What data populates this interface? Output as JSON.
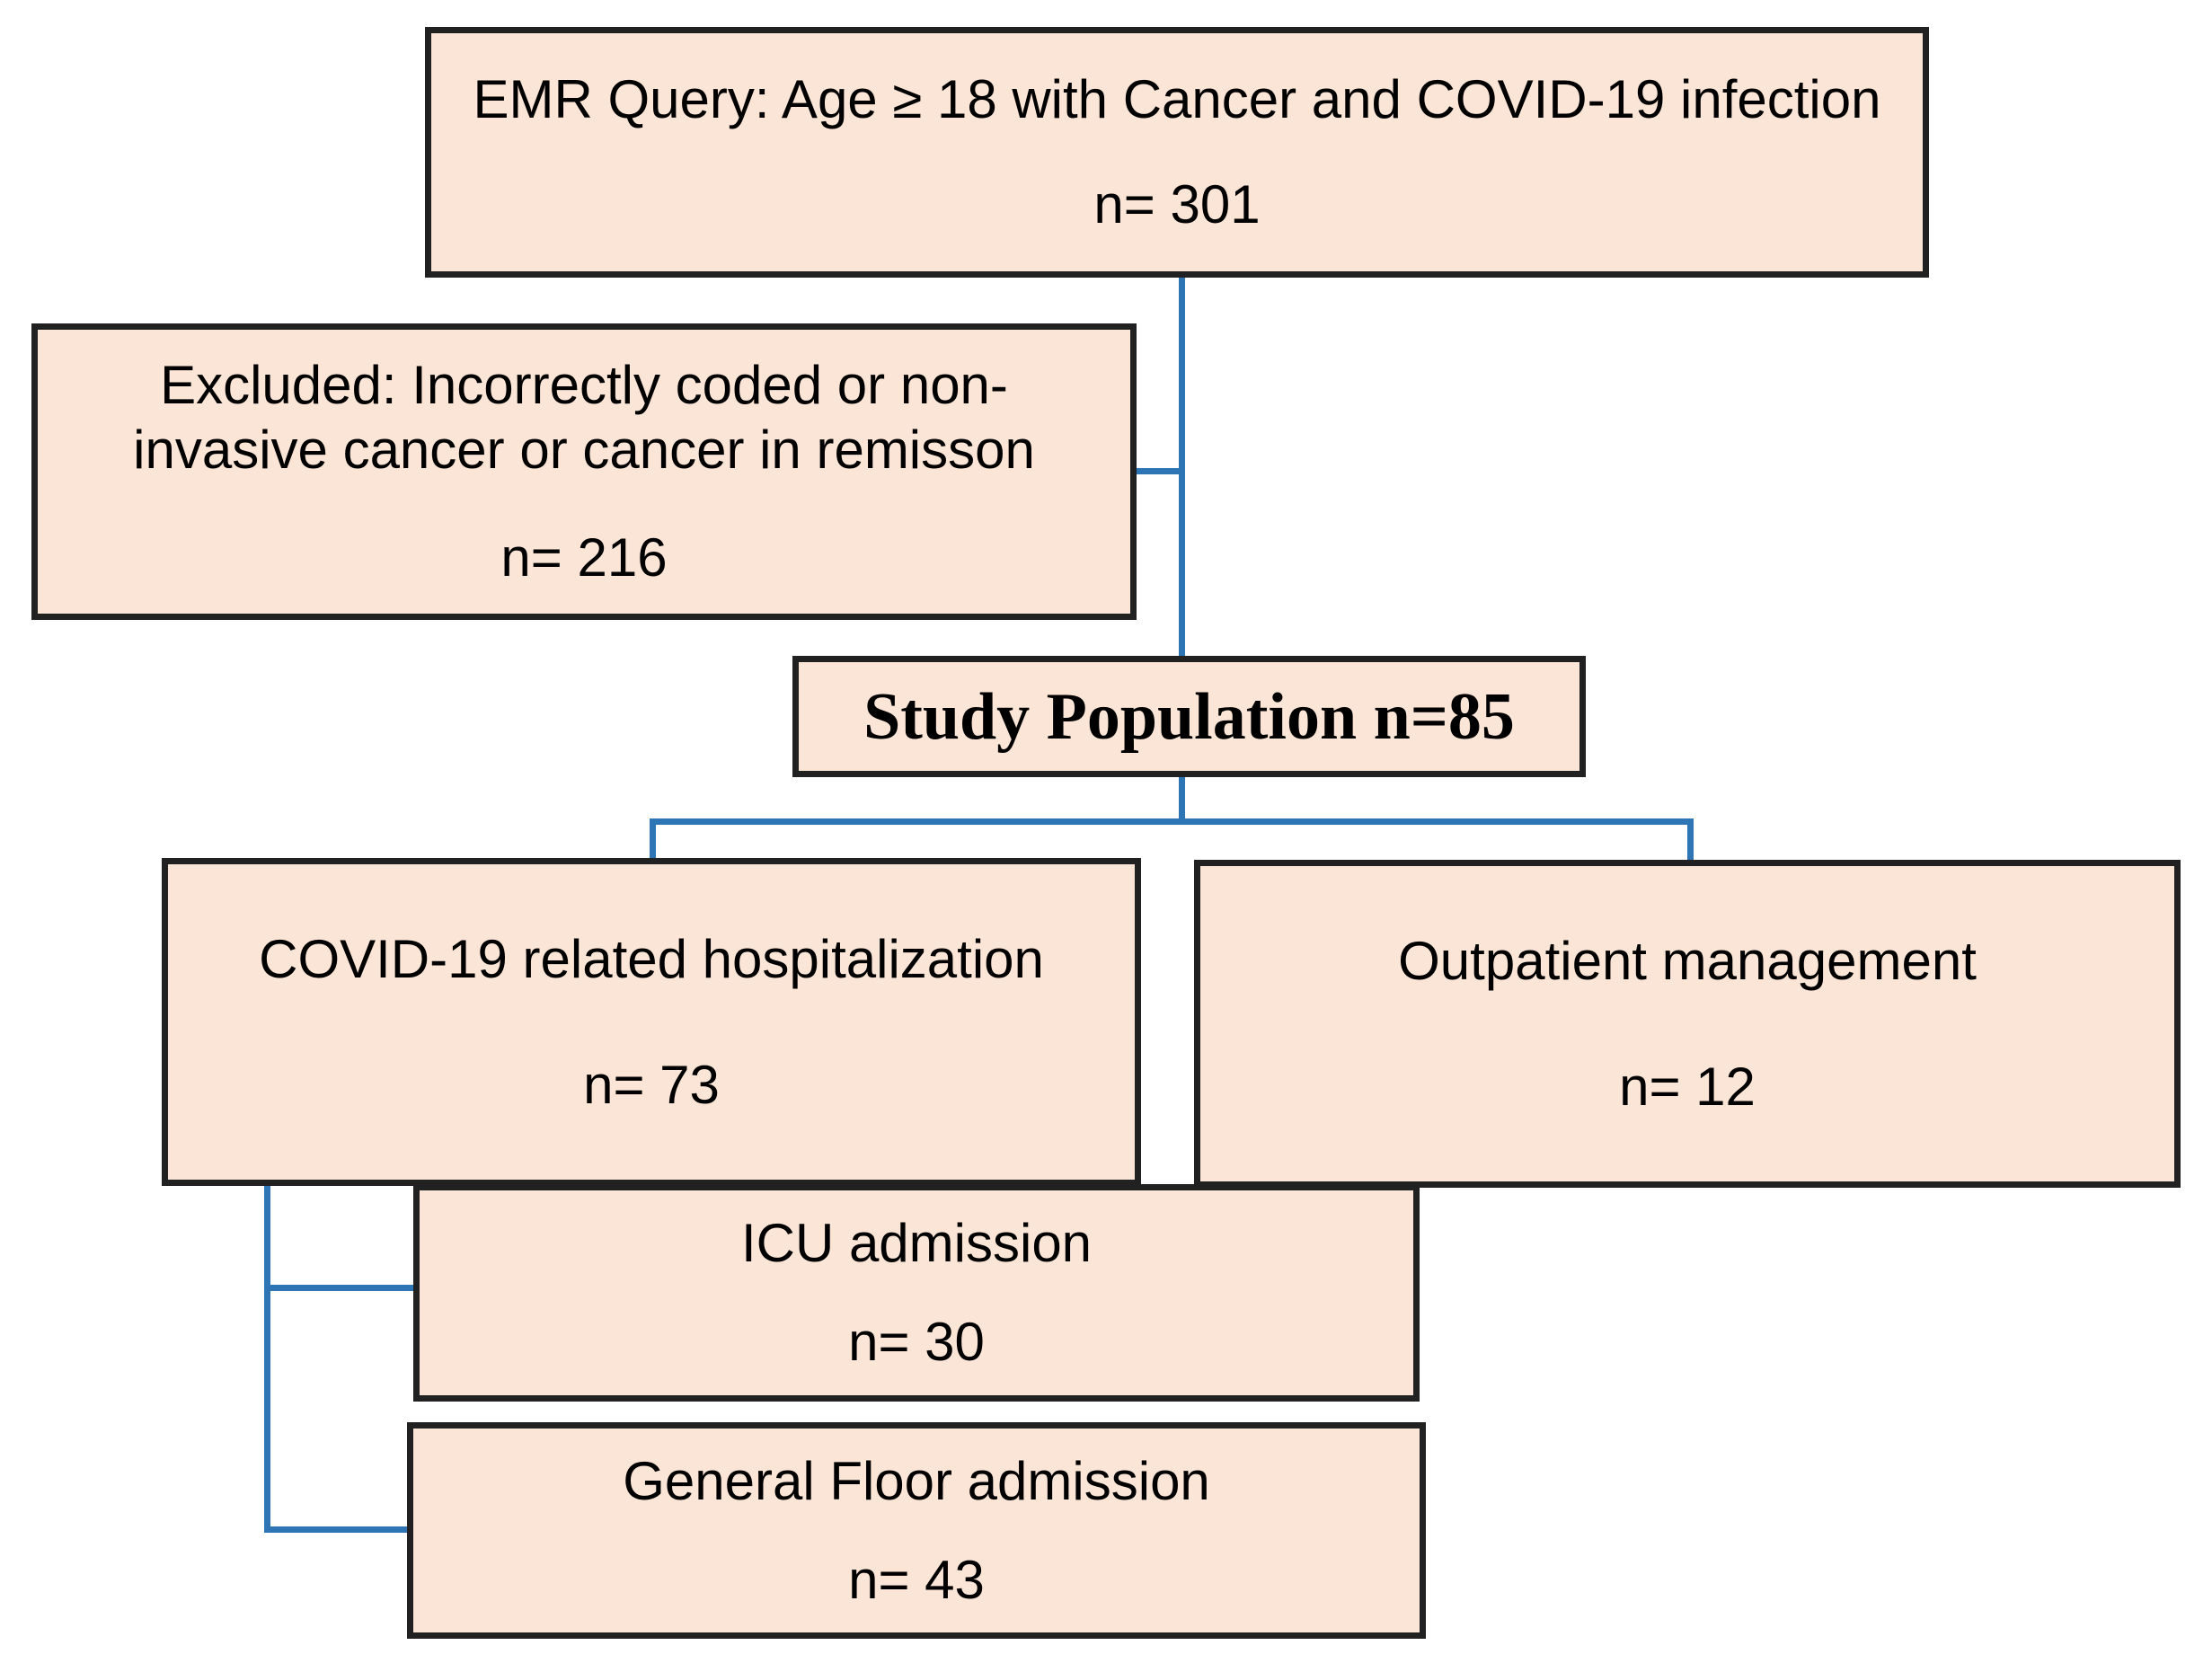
{
  "diagram": {
    "type": "patient-flow-chart",
    "colors": {
      "box_fill": "#fbe5d6",
      "box_border": "#212121",
      "connector": "#2e75b6",
      "text": "#000000",
      "background": "#ffffff"
    },
    "nodes": {
      "emr_query": {
        "line1": "EMR Query: Age ≥ 18 with Cancer and COVID-19 infection",
        "count": "n= 301"
      },
      "excluded": {
        "line1": "Excluded: Incorrectly coded or non-",
        "line2": "invasive cancer or cancer in remisson",
        "count": "n= 216"
      },
      "study_population": {
        "label": "Study Population n=85"
      },
      "hospitalization": {
        "line1": "COVID-19 related hospitalization",
        "count": "n= 73"
      },
      "outpatient": {
        "line1": "Outpatient management",
        "count": "n= 12"
      },
      "icu": {
        "line1": "ICU admission",
        "count": "n= 30"
      },
      "general_floor": {
        "line1": "General Floor admission",
        "count": "n= 43"
      }
    }
  }
}
